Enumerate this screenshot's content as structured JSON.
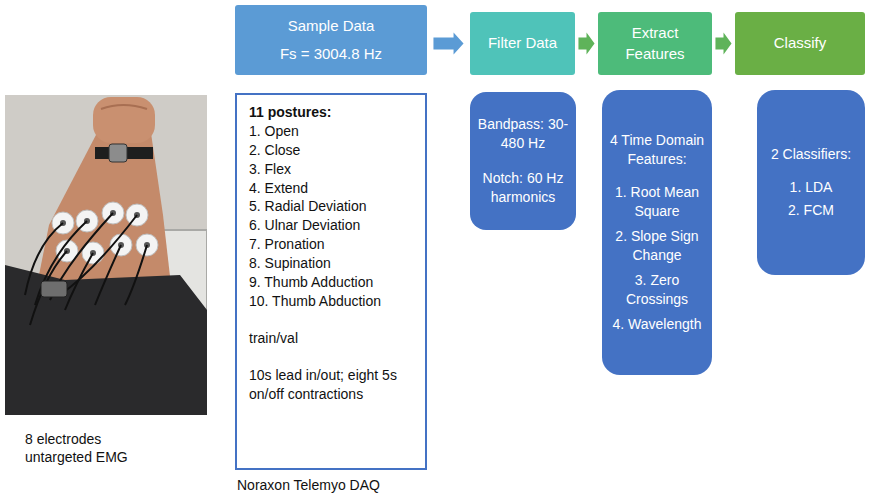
{
  "diagram": {
    "nodes": [
      {
        "text": [
          "Sample Data",
          "Fs = 3004.8 Hz"
        ]
      },
      {
        "text": [
          "Filter Data"
        ]
      },
      {
        "text": [
          "Extract Features"
        ]
      },
      {
        "text": [
          "Classify"
        ]
      },
      {
        "text": [
          "11 postures:",
          "1. Open",
          "2. Close",
          "3. Flex",
          "4. Extend",
          "5. Radial Deviation",
          "6. Ulnar Deviation",
          "7. Pronation",
          "8. Supination",
          "9. Thumb Adduction",
          "10. Thumb Abduction",
          "train/val",
          "10s lead in/out; eight 5s on/off contractions"
        ]
      },
      {
        "text": [
          "Bandpass: 30-480 Hz",
          "Notch: 60 Hz harmonics"
        ]
      },
      {
        "text": [
          "4 Time Domain Features:",
          "1. Root Mean Square",
          "2. Slope Sign Change",
          "3. Zero Crossings",
          "4. Wavelength"
        ]
      },
      {
        "text": [
          "2 Classifiers:",
          "1. LDA",
          "2. FCM"
        ]
      }
    ],
    "edges": [
      {
        "from": 0,
        "to": 1,
        "arrow": "to"
      },
      {
        "from": 1,
        "to": 2,
        "arrow": "to"
      },
      {
        "from": 2,
        "to": 3,
        "arrow": "to"
      }
    ],
    "labels": [
      "8 electrodes untargeted EMG",
      "Noraxon Telemyo DAQ"
    ]
  }
}
